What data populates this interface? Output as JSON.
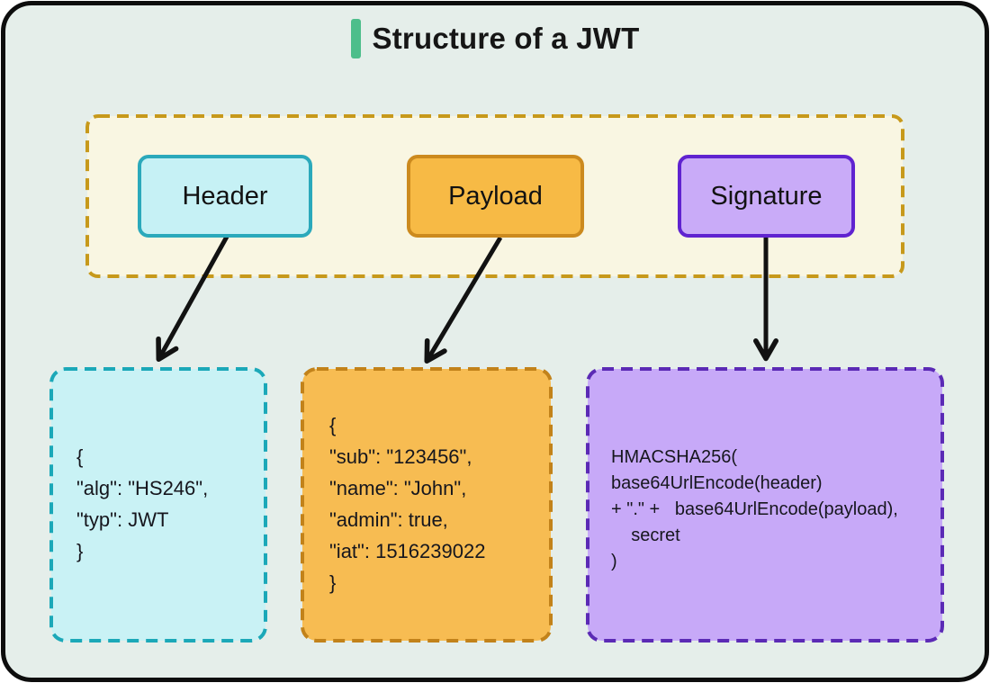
{
  "card": {
    "background": "#E5EEEA",
    "border_color": "#0D0D0D"
  },
  "title": {
    "text": "Structure of a JWT",
    "accent_color": "#4DBE8B"
  },
  "parts_container": {
    "fill": "#F9F6E2",
    "border": "#C7991B"
  },
  "chips": [
    {
      "label": "Header",
      "fill": "#C6F1F5",
      "border": "#2BA9BB"
    },
    {
      "label": "Payload",
      "fill": "#F7BA45",
      "border": "#CC8A1E"
    },
    {
      "label": "Signature",
      "fill": "#C9ABF8",
      "border": "#6023D0"
    }
  ],
  "arrows": {
    "color": "#121212"
  },
  "details": [
    {
      "name": "header-json",
      "fill": "#C9F2F5",
      "border": "#1BA8B8",
      "lines": [
        "{",
        "\"alg\": \"HS246\",",
        "\"typ\": JWT",
        "}"
      ]
    },
    {
      "name": "payload-json",
      "fill": "#F7BC52",
      "border": "#C2821A",
      "lines": [
        "{",
        "\"sub\": \"123456\",",
        "\"name\": \"John\",",
        "\"admin\": true,",
        "\"iat\": 1516239022",
        "}"
      ]
    },
    {
      "name": "signature-formula",
      "fill": "#C7A9F8",
      "border": "#5B2AB5",
      "lines": [
        "HMACSHA256(",
        "base64UrlEncode(header)",
        "+ \".\" +   base64UrlEncode(payload),",
        "    secret",
        ")"
      ]
    }
  ]
}
